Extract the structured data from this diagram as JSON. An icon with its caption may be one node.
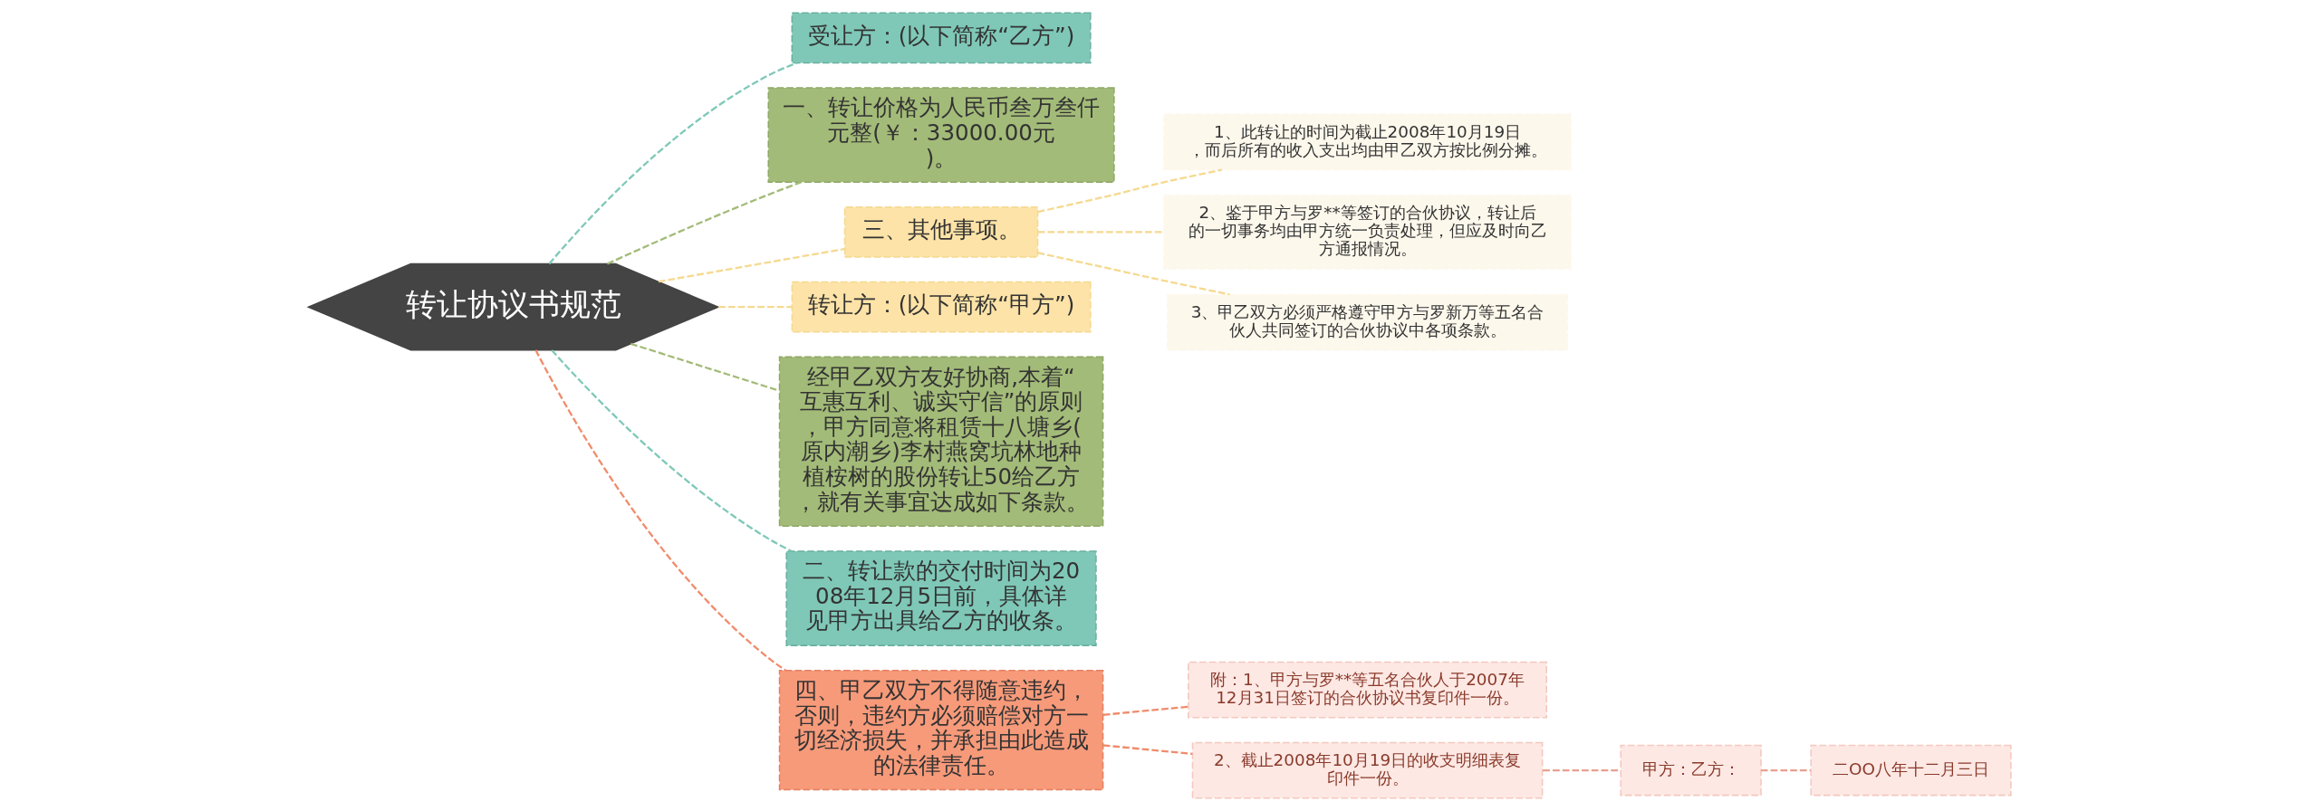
{
  "diagram": {
    "nodes": [
      {
        "text": [
          "转让协议书规范"
        ]
      },
      {
        "text": [
          "受让方：(以下简称“乙方”)"
        ]
      },
      {
        "text": [
          "一、转让价格为人民币叁万叁仟元整(￥：33000.00元)。"
        ]
      },
      {
        "text": [
          "三、其他事项。"
        ]
      },
      {
        "text": [
          "1、此转让的时间为截止2008年10月19日，而后所有的收入支出均由甲乙双方按比例分摊。"
        ]
      },
      {
        "text": [
          "2、鉴于甲方与罗**等签订的合伙协议，转让后的一切事务均由甲方统一负责处理，但应及时向乙方通报情况。"
        ]
      },
      {
        "text": [
          "3、甲乙双方必须严格遵守甲方与罗新万等五名合伙人共同签订的合伙协议中各项条款。"
        ]
      },
      {
        "text": [
          "转让方：(以下简称“甲方”)"
        ]
      },
      {
        "text": [
          "经甲乙双方友好协商,本着“互惠互利、诚实守信”的原则，甲方同意将租赁十八塘乡(原内潮乡)李村燕窝坑林地种植桉树的股份转让50给乙方，就有关事宜达成如下条款。"
        ]
      },
      {
        "text": [
          "二、转让款的交付时间为2008年12月5日前，具体详见甲方出具给乙方的收条。"
        ]
      },
      {
        "text": [
          "四、甲乙双方不得随意违约，否则，违约方必须赔偿对方一切经济损失，并承担由此造成的法律责任。"
        ]
      },
      {
        "text": [
          "附：1、甲方与罗**等五名合伙人于2007年12月31日签订的合伙协议书复印件一份。"
        ]
      },
      {
        "text": [
          "2、截止2008年10月19日的收支明细表复印件一份。"
        ]
      },
      {
        "text": [
          "甲方：乙方："
        ]
      },
      {
        "text": [
          "二OO八年十二月三日"
        ]
      }
    ],
    "edges": [
      {
        "from": 0,
        "to": 1,
        "arrow": "none",
        "style": "dashed",
        "color": "#7fc8b8"
      },
      {
        "from": 0,
        "to": 2,
        "arrow": "none",
        "style": "dashed",
        "color": "#a3bb78"
      },
      {
        "from": 0,
        "to": 3,
        "arrow": "none",
        "style": "dashed",
        "color": "#f5d98f"
      },
      {
        "from": 3,
        "to": 4,
        "arrow": "none",
        "style": "dashed",
        "color": "#f5d98f"
      },
      {
        "from": 3,
        "to": 5,
        "arrow": "none",
        "style": "dashed",
        "color": "#f5d98f"
      },
      {
        "from": 3,
        "to": 6,
        "arrow": "none",
        "style": "dashed",
        "color": "#f5d98f"
      },
      {
        "from": 0,
        "to": 7,
        "arrow": "none",
        "style": "dashed",
        "color": "#f5d98f"
      },
      {
        "from": 0,
        "to": 8,
        "arrow": "none",
        "style": "dashed",
        "color": "#a3bb78"
      },
      {
        "from": 0,
        "to": 9,
        "arrow": "none",
        "style": "dashed",
        "color": "#7fc8b8"
      },
      {
        "from": 0,
        "to": 10,
        "arrow": "none",
        "style": "dashed",
        "color": "#f08c6c"
      },
      {
        "from": 10,
        "to": 11,
        "arrow": "none",
        "style": "dashed",
        "color": "#f08c6c"
      },
      {
        "from": 10,
        "to": 12,
        "arrow": "none",
        "style": "dashed",
        "color": "#f08c6c"
      },
      {
        "from": 12,
        "to": 13,
        "arrow": "none",
        "style": "dashed",
        "color": "#e8a090"
      },
      {
        "from": 13,
        "to": 14,
        "arrow": "none",
        "style": "dashed",
        "color": "#e8a090"
      }
    ]
  }
}
